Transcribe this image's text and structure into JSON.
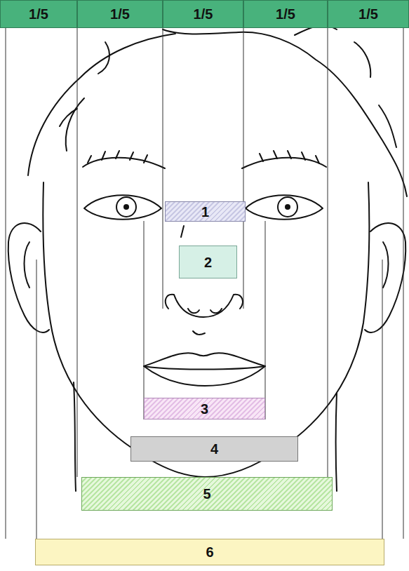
{
  "diagram": {
    "nodes": [
      {
        "text": [
          "1/5"
        ]
      },
      {
        "text": [
          "1/5"
        ]
      },
      {
        "text": [
          "1/5"
        ]
      },
      {
        "text": [
          "1/5"
        ]
      },
      {
        "text": [
          "1/5"
        ]
      },
      {
        "text": [
          "1"
        ]
      },
      {
        "text": [
          "2"
        ]
      },
      {
        "text": [
          "3"
        ]
      },
      {
        "text": [
          "4"
        ]
      },
      {
        "text": [
          "5"
        ]
      },
      {
        "text": [
          "6"
        ]
      }
    ]
  }
}
